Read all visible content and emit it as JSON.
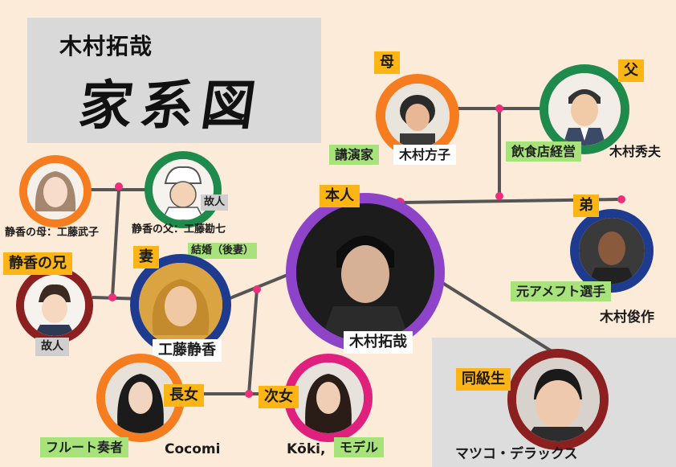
{
  "title": {
    "name": "木村拓哉",
    "main": "家系図"
  },
  "colors": {
    "background": "#fcebd8",
    "line": "#555555",
    "dot": "#ec2f7a",
    "ring_orange": "#f57c1f",
    "ring_green": "#1e8a4c",
    "ring_purple": "#8e44c9",
    "ring_blue": "#1f3b8f",
    "ring_red": "#8c1f1f",
    "ring_magenta": "#e0207d",
    "tag_orange": "#fdb415",
    "tag_green": "#a7e27a"
  },
  "people": {
    "mother": {
      "role": "母",
      "occupation": "講演家",
      "name": "木村方子"
    },
    "father": {
      "role": "父",
      "occupation": "飲食店経営",
      "name": "木村秀夫"
    },
    "self": {
      "role": "本人",
      "name": "木村拓哉"
    },
    "brother": {
      "role": "弟",
      "occupation": "元アメフト選手",
      "name": "木村俊作"
    },
    "wife": {
      "role": "妻",
      "name": "工藤静香"
    },
    "wife_mother": {
      "name": "静香の母：工藤武子"
    },
    "wife_father": {
      "name": "静香の父：工藤勘七",
      "status": "故人",
      "note": "結婚（後妻）"
    },
    "wife_brother": {
      "role": "静香の兄",
      "status": "故人"
    },
    "daughter1": {
      "role": "長女",
      "occupation": "フルート奏者",
      "name": "Cocomi"
    },
    "daughter2": {
      "role": "次女",
      "occupation": "モデル",
      "name": "Kōki,"
    },
    "classmate": {
      "role": "同級生",
      "name": "マツコ・デラックス"
    }
  }
}
